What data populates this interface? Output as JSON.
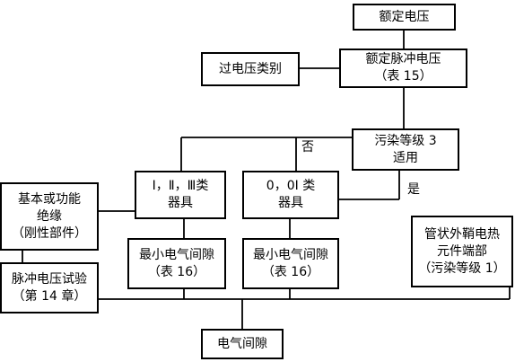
{
  "diagram": {
    "nodes": {
      "rated_voltage": {
        "lines": [
          "额定电压"
        ]
      },
      "overvoltage_category": {
        "lines": [
          "过电压类别"
        ]
      },
      "rated_impulse_voltage": {
        "lines": [
          "额定脉冲电压",
          "（表 15）"
        ]
      },
      "pollution_degree_3": {
        "lines": [
          "污染等级 3",
          "适用"
        ]
      },
      "class_123_appliances": {
        "lines": [
          "Ⅰ，Ⅱ，Ⅲ类",
          "器具"
        ]
      },
      "class_0_0i_appliances": {
        "lines": [
          "0，0Ⅰ 类",
          "器具"
        ]
      },
      "basic_functional_insulation": {
        "lines": [
          "基本或功能",
          "绝缘",
          "（刚性部件）"
        ]
      },
      "impulse_voltage_test": {
        "lines": [
          "脉冲电压试验",
          "（第 14 章）"
        ]
      },
      "min_clearance_left": {
        "lines": [
          "最小电气间隙",
          "（表 16）"
        ]
      },
      "min_clearance_right": {
        "lines": [
          "最小电气间隙",
          "（表 16）"
        ]
      },
      "tubular_sheathed_heating": {
        "lines": [
          "管状外鞘电热",
          "元件端部",
          "（污染等级 1）"
        ]
      },
      "clearance": {
        "lines": [
          "电气间隙"
        ]
      }
    },
    "edge_labels": {
      "no": "否",
      "yes": "是"
    }
  }
}
